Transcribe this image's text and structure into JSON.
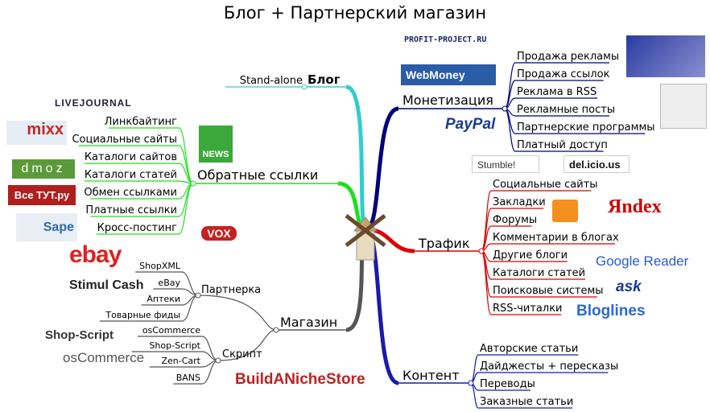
{
  "title": "Блог + Партнерский магазин",
  "center_icon": "windmill-icon",
  "branches": {
    "blog": {
      "label": "Блог",
      "color": "#33cccc",
      "children": [
        "Stand-alone"
      ]
    },
    "monetization": {
      "label": "Монетизация",
      "color": "#00007a",
      "children": [
        "Продажа рекламы",
        "Продажа ссылок",
        "Реклама в RSS",
        "Рекламные посты",
        "Партнерские программы",
        "Платный доступ"
      ]
    },
    "backlinks": {
      "label": "Обратные ссылки",
      "color": "#22dd22",
      "children": [
        "Линкбайтинг",
        "Социальные сайты",
        "Каталоги сайтов",
        "Каталоги статей",
        "Обмен ссылками",
        "Платные ссылки",
        "Кросс-постинг"
      ]
    },
    "traffic": {
      "label": "Трафик",
      "color": "#dd0000",
      "children": [
        "Социальные сайты",
        "Закладки",
        "Форумы",
        "Комментарии в блогах",
        "Другие блоги",
        "Каталоги статей",
        "Поисковые системы",
        "RSS-читалки"
      ]
    },
    "shop": {
      "label": "Магазин",
      "color": "#555555",
      "partner": {
        "label": "Партнерка",
        "children": [
          "ShopXML",
          "eBay",
          "Аптеки",
          "Товарные фиды"
        ]
      },
      "script": {
        "label": "Скрипт",
        "children": [
          "osCommerce",
          "Shop-Script",
          "Zen-Cart",
          "BANS"
        ]
      }
    },
    "content": {
      "label": "Контент",
      "color": "#1a1aaa",
      "children": [
        "Авторские статьи",
        "Дайджесты + пересказы",
        "Переводы",
        "Заказные статьи"
      ]
    }
  },
  "logos": {
    "profit": "PROFIT-PROJECT.RU",
    "webmoney": "WebMoney",
    "paypal": "PayPal",
    "livejournal": "LIVEJOURNAL",
    "mixx": "mixx",
    "news": "NEWS",
    "dmoz": "dmoz",
    "vsetut": "Все ТУТ.ру",
    "sape": "Sape",
    "vox": "VOX",
    "stumble": "Stumble!",
    "delicious": "del.icio.us",
    "yandex": "Яndex",
    "google_reader": "Google Reader",
    "ask": "ask",
    "bloglines": "Bloglines",
    "ebay": "ebay",
    "stimul": "Stimul Cash",
    "shopscript": "Shop-Script",
    "oscommerce": "osCommerce",
    "bans": "BuildANicheStore"
  }
}
